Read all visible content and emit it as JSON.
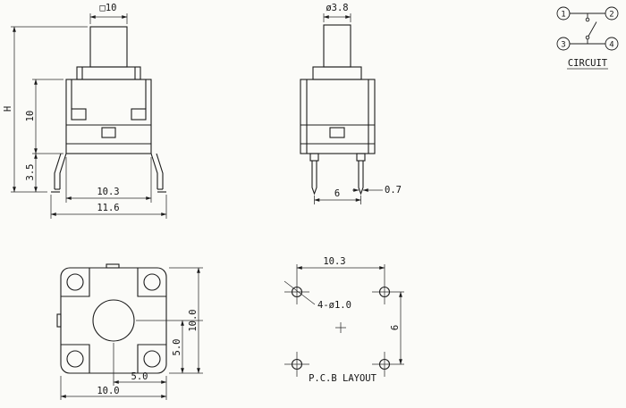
{
  "drawing": {
    "front_view": {
      "dim_button_width": "□10",
      "dim_total_height": "H",
      "dim_body_height": "10",
      "dim_lead_height": "3.5",
      "dim_body_width": "10.3",
      "dim_lead_span": "11.6"
    },
    "side_view": {
      "dim_plunger_dia": "ø3.8",
      "dim_pin_pitch": "6",
      "dim_pin_width": "0.7"
    },
    "circuit_diagram": {
      "title": "CIRCUIT",
      "terminals": [
        "1",
        "2",
        "3",
        "4"
      ]
    },
    "bottom_view": {
      "dim_half_height": "5.0",
      "dim_overall_height": "10.0",
      "dim_half_width": "5.0",
      "dim_overall_width": "10.0"
    },
    "pcb_layout": {
      "title": "P.C.B LAYOUT",
      "dim_pad_pitch_h": "10.3",
      "dim_hole_spec": "4-ø1.0",
      "dim_pad_pitch_v": "6"
    },
    "line_color": "#1c1c1c",
    "background_color": "#fbfbf8"
  }
}
